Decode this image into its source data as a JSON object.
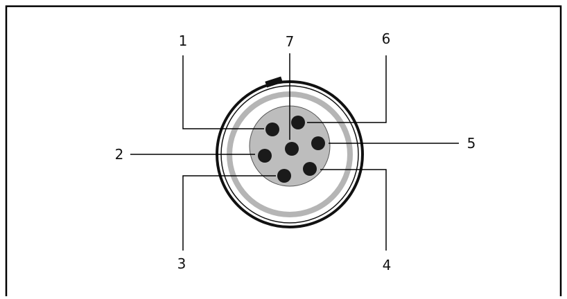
{
  "diagram": {
    "pins": [
      {
        "id": "1",
        "label": "1"
      },
      {
        "id": "2",
        "label": "2"
      },
      {
        "id": "3",
        "label": "3"
      },
      {
        "id": "4",
        "label": "4"
      },
      {
        "id": "5",
        "label": "5"
      },
      {
        "id": "6",
        "label": "6"
      },
      {
        "id": "7",
        "label": "7"
      }
    ],
    "colors": {
      "border": "#000000",
      "outer_ring": "#111111",
      "gray_ring": "#b5b5b5",
      "insert": "#bdbdbd",
      "pin": "#1a1a1a",
      "leader_line": "#000000"
    }
  }
}
